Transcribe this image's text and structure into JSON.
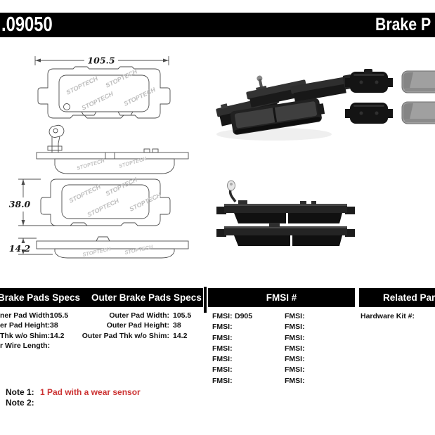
{
  "header": {
    "part_number": ".09050",
    "title": "Brake P"
  },
  "drawings": {
    "watermark": "STOPTECH",
    "dim_pad_width": "105.5",
    "dim_pad_height": "38.0",
    "dim_pad_thickness": "14.2"
  },
  "table": {
    "headers": {
      "specs_left": "Brake Pads Specs",
      "specs_outer": "Outer Brake Pads Specs",
      "fmsi": "FMSI #",
      "related": "Related Par"
    },
    "inner_specs": [
      {
        "label": "ner Pad Width:",
        "value": "105.5"
      },
      {
        "label": "er Pad Height:",
        "value": "38"
      },
      {
        "label": "Thk w/o Shim:",
        "value": "14.2"
      },
      {
        "label": "r Wire Length:",
        "value": ""
      }
    ],
    "outer_specs": [
      {
        "label": "Outer Pad Width:",
        "value": "105.5"
      },
      {
        "label": "Outer Pad Height:",
        "value": "38"
      },
      {
        "label": "Outer Pad Thk w/o Shim:",
        "value": "14.2"
      }
    ],
    "fmsi_left": [
      {
        "label": "FMSI:",
        "value": "D905"
      },
      {
        "label": "FMSI:",
        "value": ""
      },
      {
        "label": "FMSI:",
        "value": ""
      },
      {
        "label": "FMSI:",
        "value": ""
      },
      {
        "label": "FMSI:",
        "value": ""
      },
      {
        "label": "FMSI:",
        "value": ""
      },
      {
        "label": "FMSI:",
        "value": ""
      }
    ],
    "fmsi_right": [
      {
        "label": "FMSI:",
        "value": ""
      },
      {
        "label": "FMSI:",
        "value": ""
      },
      {
        "label": "FMSI:",
        "value": ""
      },
      {
        "label": "FMSI:",
        "value": ""
      },
      {
        "label": "FMSI:",
        "value": ""
      },
      {
        "label": "FMSI:",
        "value": ""
      },
      {
        "label": "FMSI:",
        "value": ""
      }
    ],
    "related_parts": [
      {
        "label": "Hardware Kit #:",
        "value": ""
      }
    ]
  },
  "notes": [
    {
      "label": "Note 1:",
      "text": "1 Pad with a wear sensor"
    },
    {
      "label": "Note 2:",
      "text": ""
    }
  ],
  "colors": {
    "header_bar": "#000000",
    "note_highlight": "#cc3333"
  }
}
